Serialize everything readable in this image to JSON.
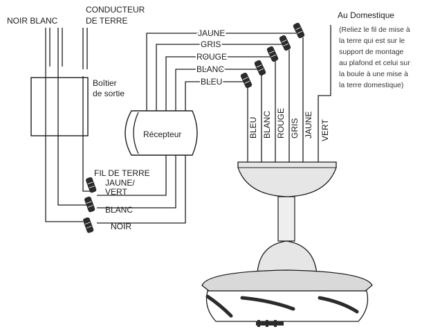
{
  "house_wires": {
    "noir_blanc": "NOIR BLANC",
    "conducteur_line1": "CONDUCTEUR",
    "conducteur_line2": "DE TERRE"
  },
  "outlet_box": {
    "line1": "Boîtier",
    "line2": "de sortie"
  },
  "receiver": {
    "label": "Récepteur"
  },
  "receiver_wires": [
    "JAUNE",
    "GRIS",
    "ROUGE",
    "BLANC",
    "BLEU"
  ],
  "bottom_connections": {
    "fil_de_terre": "FIL DE TERRE",
    "jaune_vert_line1": "JAUNE/",
    "jaune_vert_line2": "VERT",
    "blanc": "BLANC",
    "noir": "NOIR"
  },
  "fan_wires": [
    "BLEU",
    "BLANC",
    "ROUGE",
    "GRIS",
    "JAUNE"
  ],
  "fan_ground": "VERT",
  "note": {
    "title": "Au Domestique",
    "lines": [
      "(Reliez le fil de mise à",
      "la terre qui est sur le",
      "support de montage",
      "au plafond et celui sur",
      "la boule à une mise à",
      "la terre domestique)"
    ]
  },
  "colors": {
    "line": "#1a1a1a",
    "connector": "#2b2b2b",
    "fan_fill": "#e6e6e6"
  }
}
